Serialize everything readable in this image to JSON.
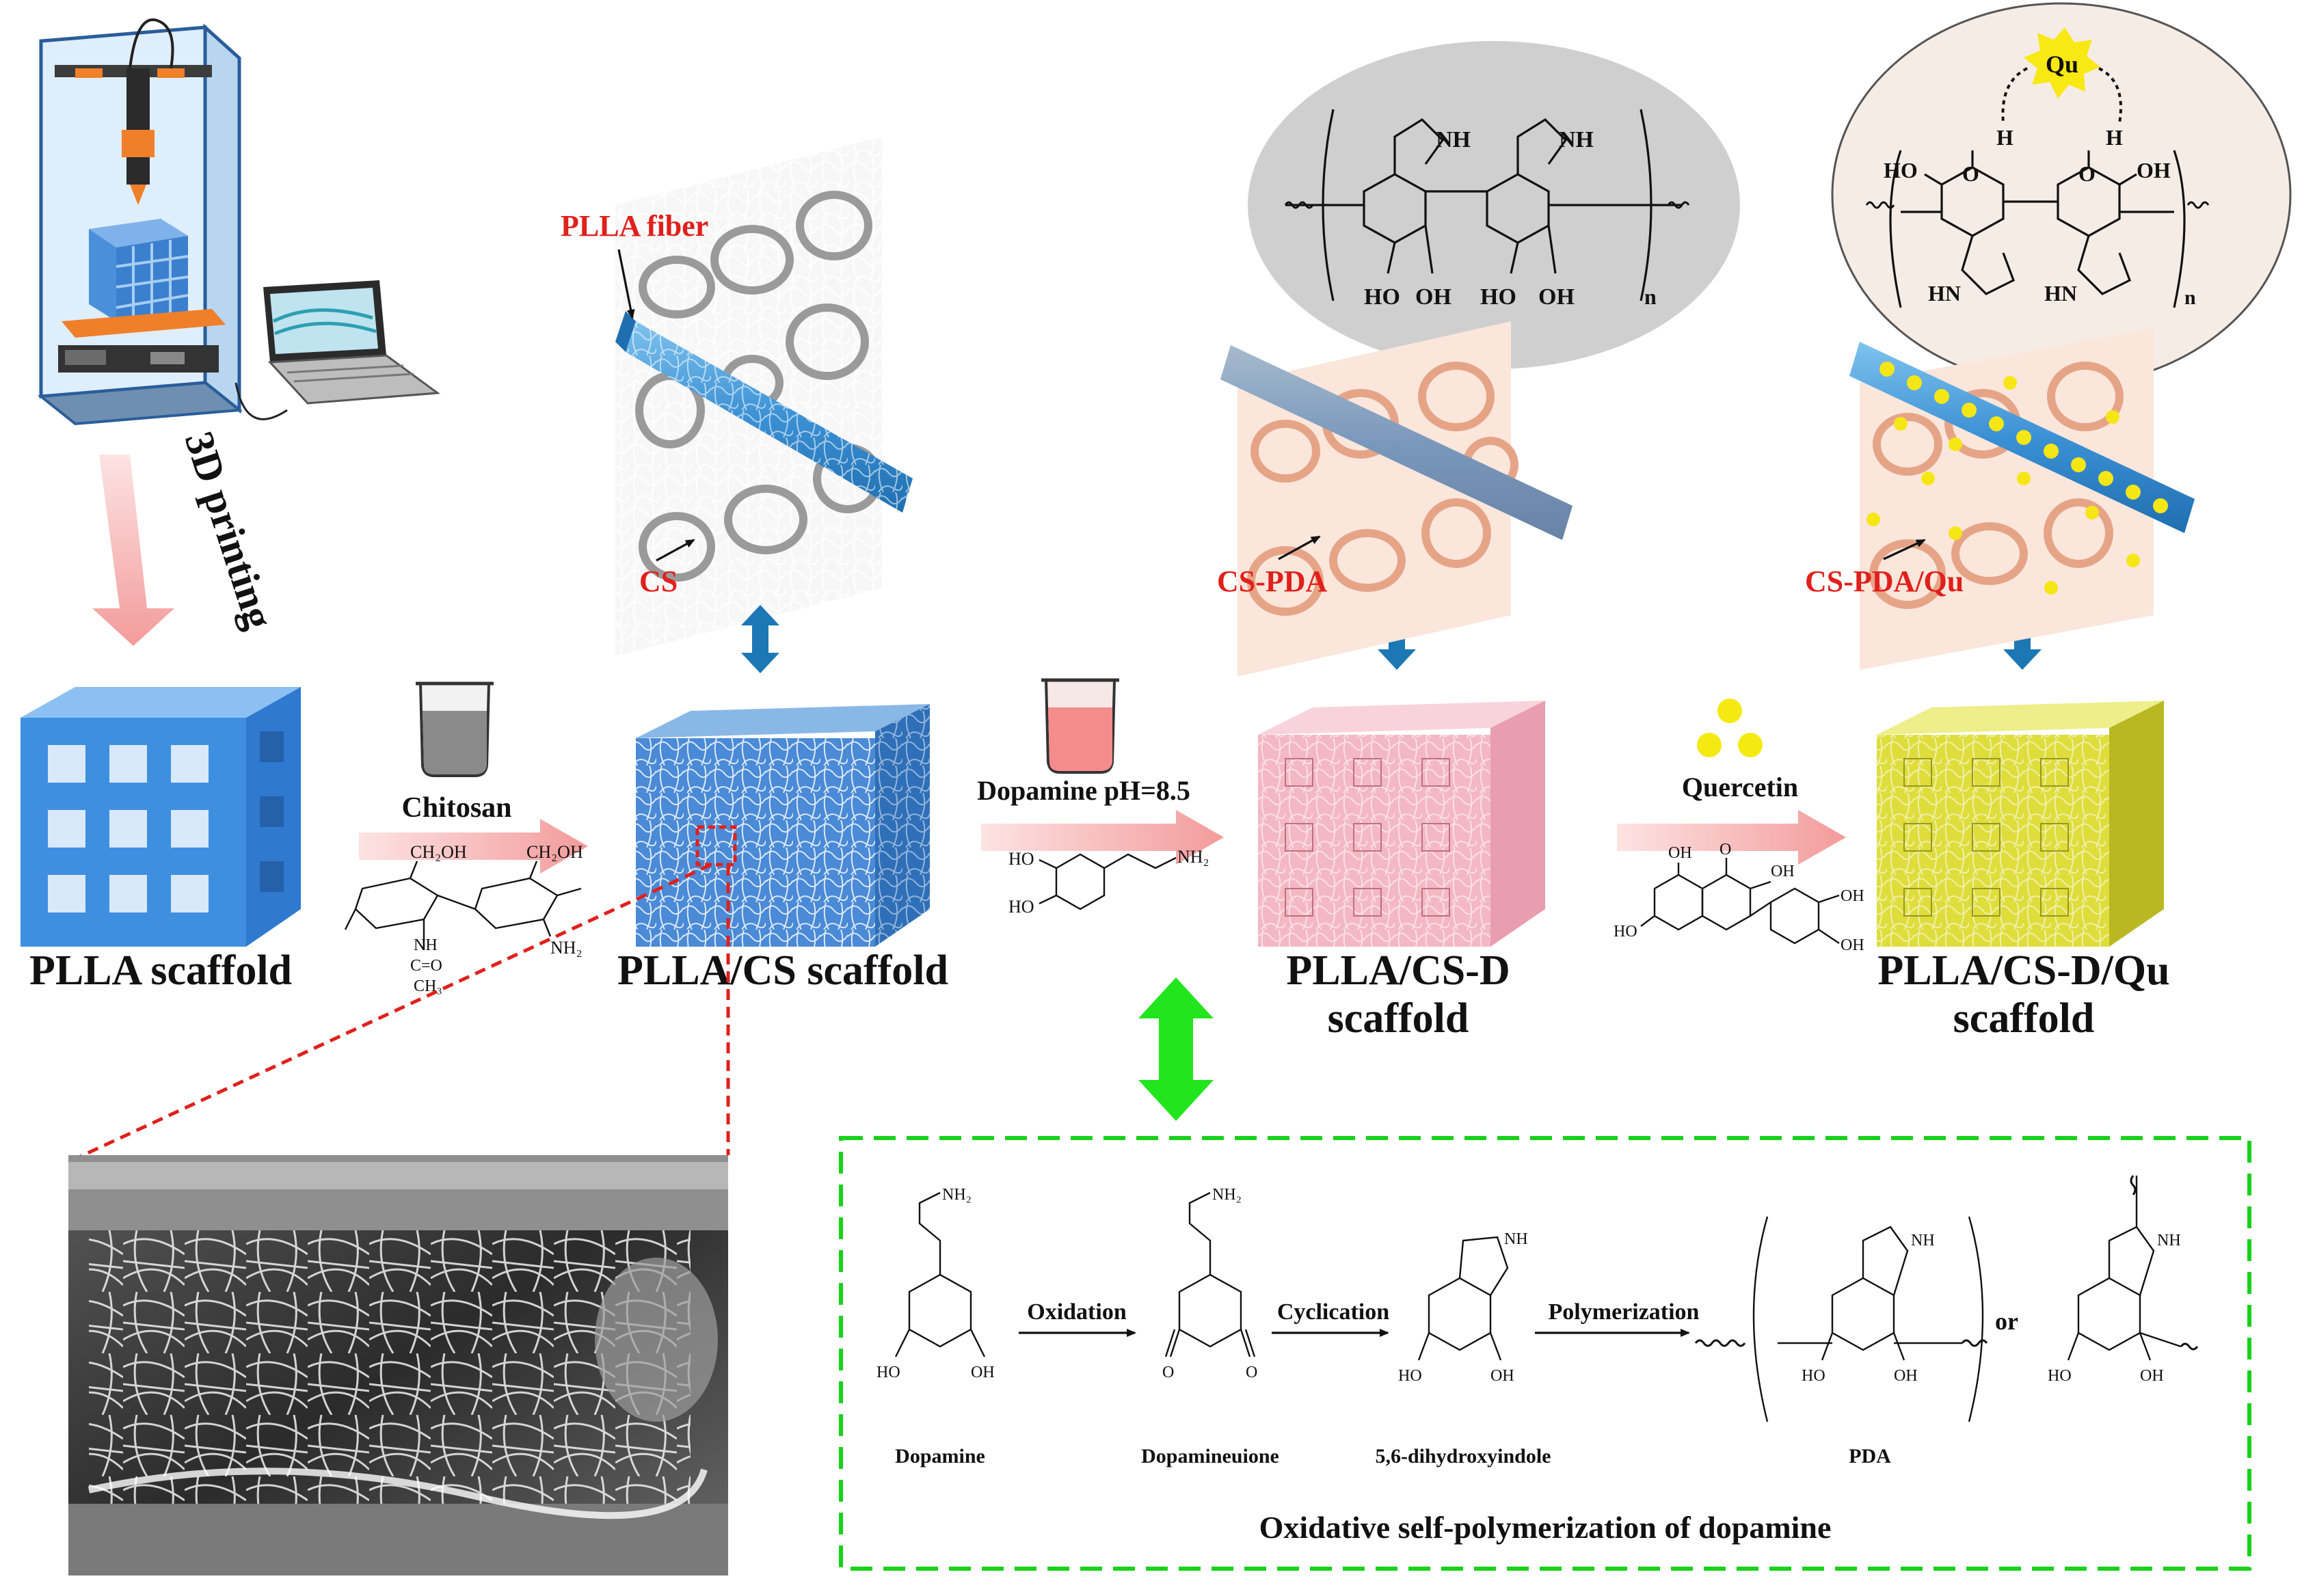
{
  "printing": {
    "label": "3D printing"
  },
  "stages": {
    "plla": {
      "name": "PLLA scaffold"
    },
    "plla_cs": {
      "name": "PLLA/CS scaffold"
    },
    "plla_csd": {
      "name_line1": "PLLA/CS-D",
      "name_line2": "scaffold"
    },
    "plla_csdqu": {
      "name_line1": "PLLA/CS-D/Qu",
      "name_line2": "scaffold"
    }
  },
  "arrows": {
    "chitosan": "Chitosan",
    "dopamine": "Dopamine pH=8.5",
    "quercetin": "Quercetin"
  },
  "callouts": {
    "plla_fiber": "PLLA fiber",
    "cs": "CS",
    "cs_pda": "CS-PDA",
    "cs_pda_qu": "CS-PDA/Qu",
    "qu_badge": "Qu"
  },
  "chem_labels": {
    "nh": "NH",
    "ho": "HO",
    "oh": "OH",
    "o": "O",
    "h": "H",
    "hn": "HN",
    "n_sub": "n",
    "nh2": "NH₂",
    "chitosan_ch2oh_a": "CH₂OH",
    "chitosan_ch2oh_b": "CH₂OH",
    "chitosan_nh": "NH",
    "chitosan_co": "C=O",
    "chitosan_ch3": "CH₃",
    "chitosan_nh2": "NH₂"
  },
  "mechanism": {
    "title": "Oxidative self-polymerization of dopamine",
    "steps": [
      "Oxidation",
      "Cyclication",
      "Polymerization"
    ],
    "species": [
      "Dopamine",
      "Dopamineuione",
      "5,6-dihydroxyindole",
      "PDA"
    ],
    "or_label": "or",
    "nh2_a": "NH₂",
    "nh2_b": "NH₂"
  },
  "colors": {
    "plla_blue": "#3f8fe0",
    "cs_gray": "#9a9a9a",
    "pda_pink": "#f3b8c4",
    "qu_yellow": "#dedd3c",
    "red_arrow": "#f4a1a1",
    "label_red": "#e0201c",
    "teal_arrow": "#1b78b4",
    "green_arrow": "#22e61d",
    "green_box": "#19d11a"
  },
  "icons": [
    "3d-printer-icon",
    "laptop-icon",
    "beaker-icon",
    "sem-image"
  ]
}
